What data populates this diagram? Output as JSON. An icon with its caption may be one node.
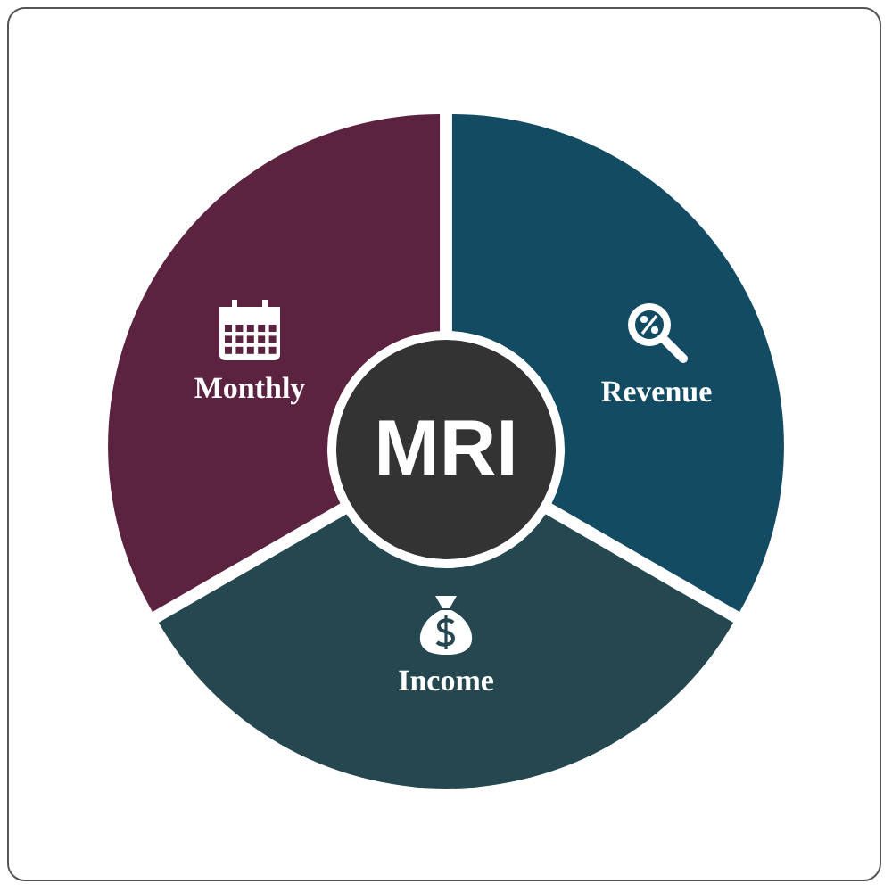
{
  "diagram": {
    "nodes": [
      {
        "text": [
          "Monthly"
        ]
      },
      {
        "text": [
          "MRI"
        ]
      },
      {
        "text": [
          "Revenue"
        ]
      },
      {
        "text": [
          "Income"
        ]
      }
    ]
  }
}
